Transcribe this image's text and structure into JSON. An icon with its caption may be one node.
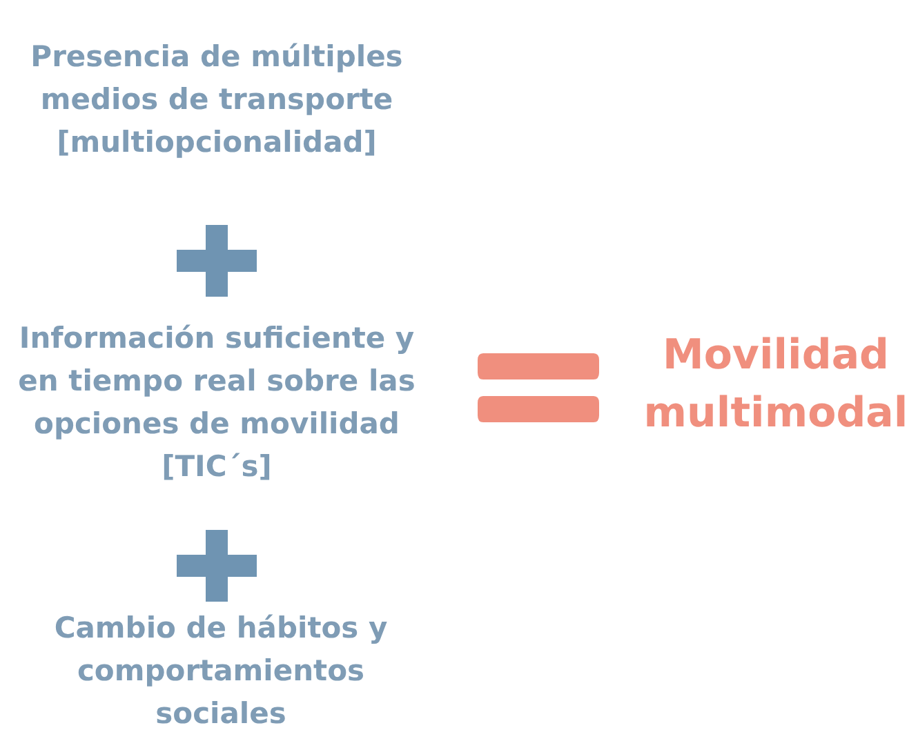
{
  "diagram": {
    "nodes": [
      {
        "text": [
          "Presencia de múltiples medios de transporte [multiopcionalidad]"
        ]
      },
      {
        "text": [],
        "shape": "plus"
      },
      {
        "text": [
          "Información suficiente y en tiempo real sobre las opciones de movilidad [TIC´s]"
        ]
      },
      {
        "text": [],
        "shape": "plus"
      },
      {
        "text": [
          "Cambio de hábitos y comportamientos sociales"
        ]
      },
      {
        "text": [],
        "shape": "equals"
      },
      {
        "text": [
          "Movilidad multimodal"
        ]
      }
    ]
  }
}
